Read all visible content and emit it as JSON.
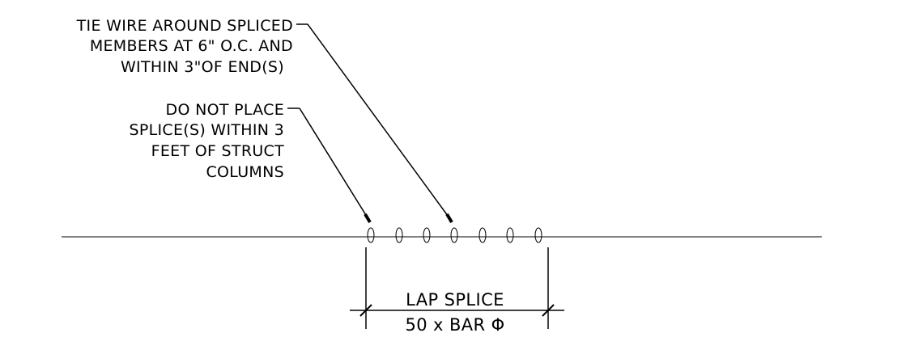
{
  "notes": {
    "tie_wire": [
      "TIE WIRE AROUND SPLICED",
      "MEMBERS AT 6\" O.C. AND",
      "WITHIN 3\"OF END(S)"
    ],
    "no_splice": [
      "DO NOT PLACE",
      "SPLICE(S) WITHIN 3",
      "FEET OF STRUCT",
      "COLUMNS"
    ]
  },
  "dimension": {
    "label_top": "LAP SPLICE",
    "label_bottom": "50 x BAR Φ"
  },
  "colors": {
    "line": "#000000",
    "background": "#ffffff"
  }
}
